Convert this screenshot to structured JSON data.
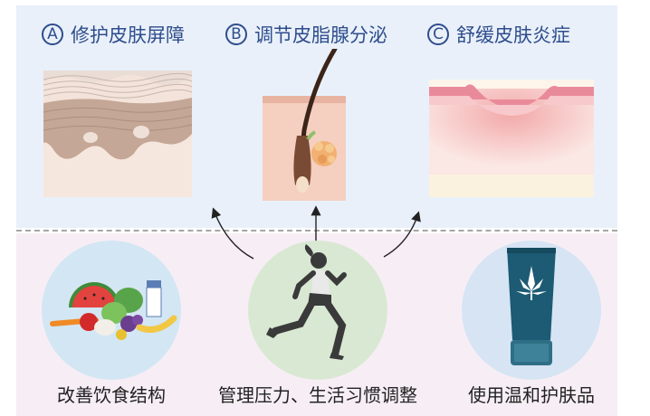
{
  "panels": [
    {
      "badge": "A",
      "title": "修护皮肤屏障"
    },
    {
      "badge": "B",
      "title": "调节皮脂腺分泌"
    },
    {
      "badge": "C",
      "title": "舒缓皮肤炎症"
    }
  ],
  "actions": [
    {
      "caption": "改善饮食结构"
    },
    {
      "caption": "管理压力、生活习惯调整"
    },
    {
      "caption": "使用温和护肤品"
    }
  ],
  "colors": {
    "heading_blue": "#2e4d8c",
    "top_panel": "#e9f0fa",
    "bottom_panel": "#f7eef5",
    "diet_circle": "#d3e6f3",
    "lifestyle_circle": "#d9e8d3",
    "skincare_circle": "#d6e4f4",
    "tube": "#1d5a73"
  },
  "icons": {
    "diet": "fruit-vegetable-icon",
    "lifestyle": "running-woman-icon",
    "skincare": "skincare-tube-icon",
    "barrier": "skin-layer-icon",
    "sebum": "hair-follicle-gland-icon",
    "inflammation": "inflamed-skin-icon"
  }
}
